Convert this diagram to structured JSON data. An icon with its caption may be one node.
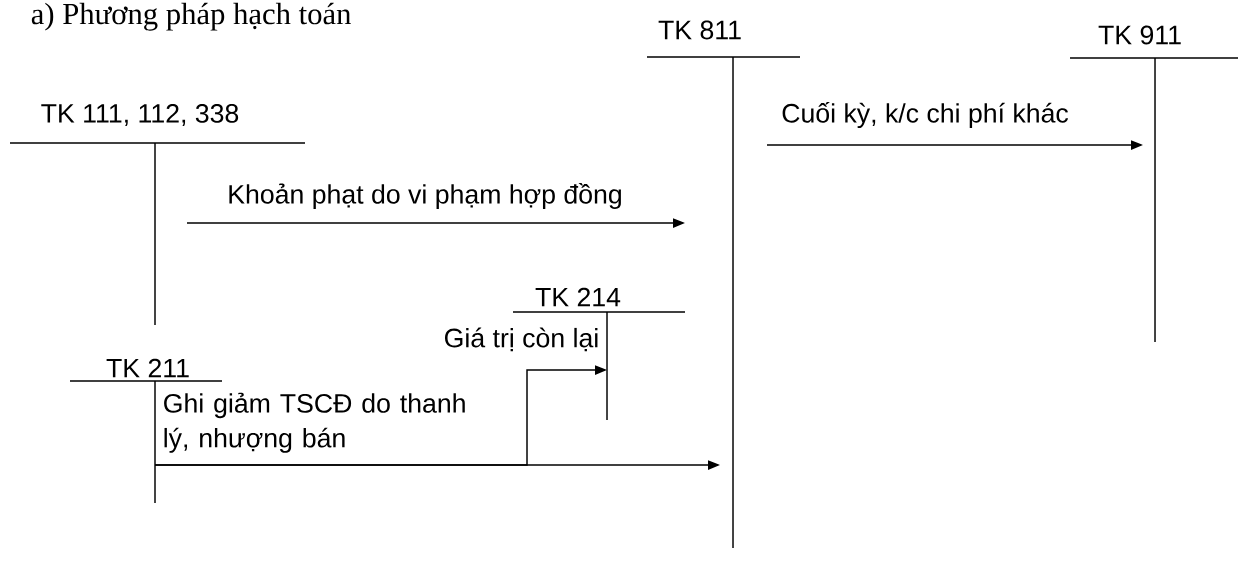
{
  "diagram": {
    "title": "a) Phương pháp hạch toán",
    "nodes": [
      {
        "text": [
          "TK 111, 112, 338"
        ]
      },
      {
        "text": [
          "TK 811"
        ]
      },
      {
        "text": [
          "TK 911"
        ]
      },
      {
        "text": [
          "TK 214"
        ]
      },
      {
        "text": [
          "TK 211"
        ]
      }
    ],
    "edges": [
      {
        "from": 0,
        "to": 1,
        "arrow": "to",
        "label": "Khoản phạt do vi phạm hợp đồng"
      },
      {
        "from": 1,
        "to": 2,
        "arrow": "to",
        "label": "Cuối kỳ, k/c chi phí khác"
      },
      {
        "from": 4,
        "to": 1,
        "arrow": "to",
        "label": "Ghi giảm TSCĐ do thanh lý, nhượng bán"
      },
      {
        "from": 4,
        "to": 3,
        "arrow": "to",
        "label": "Giá trị còn lại"
      }
    ]
  }
}
